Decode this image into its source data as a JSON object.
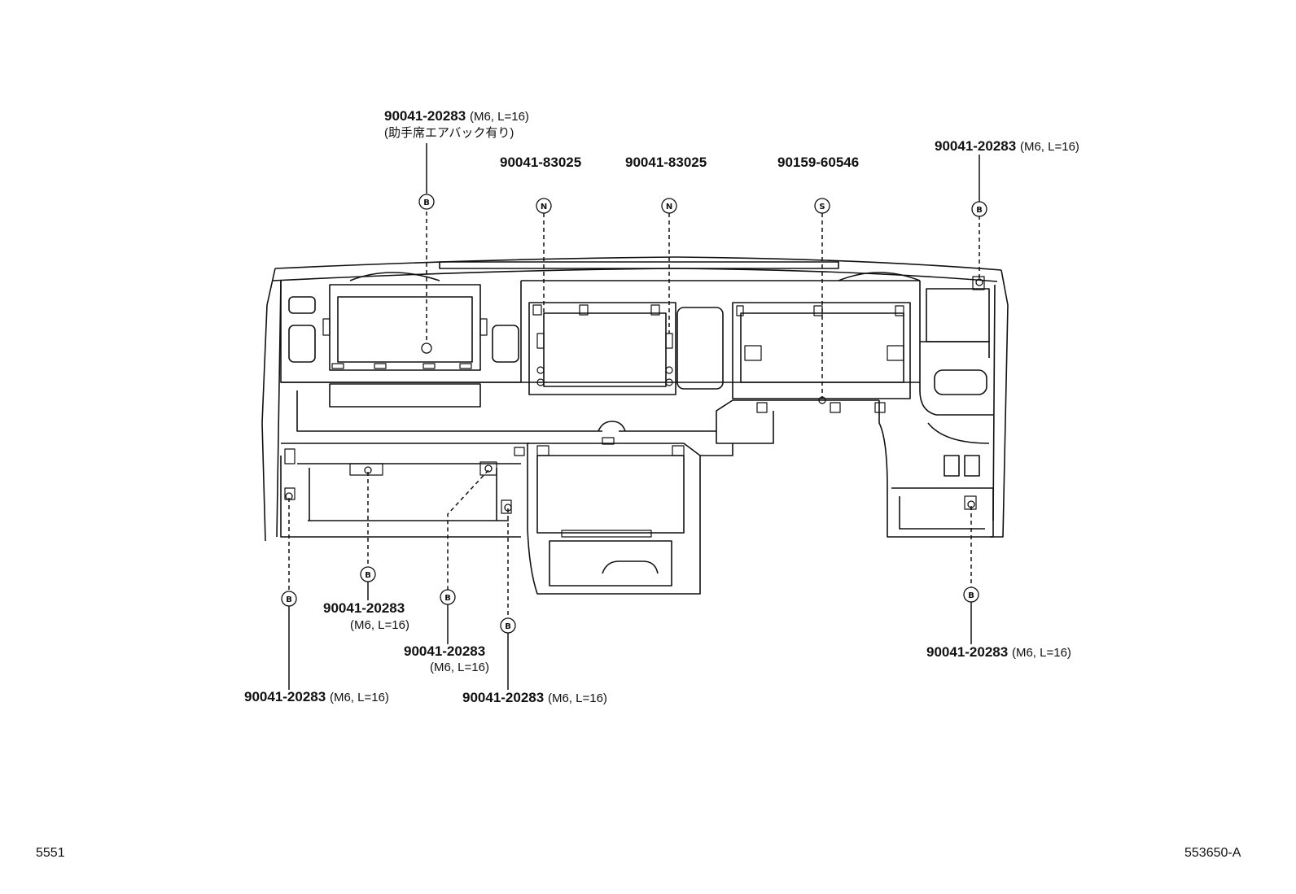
{
  "part_labels": {
    "a_top_left": {
      "part": "90041-20283",
      "spec": "(M6, L=16)",
      "note": "(助手席エアバック有り)"
    },
    "b_top_n1": {
      "part": "90041-83025"
    },
    "c_top_n2": {
      "part": "90041-83025"
    },
    "d_top_s": {
      "part": "90159-60546"
    },
    "e_top_right": {
      "part": "90041-20283",
      "spec": "(M6, L=16)"
    },
    "f_bot_left": {
      "part": "90041-20283",
      "spec": "(M6, L=16)"
    },
    "g_bot_mid1": {
      "part": "90041-20283",
      "spec": "(M6, L=16)"
    },
    "h_bot_mid2": {
      "part": "90041-20283",
      "spec": "(M6, L=16)"
    },
    "i_bot_mid3": {
      "part": "90041-20283",
      "spec": "(M6, L=16)"
    },
    "j_bot_right": {
      "part": "90041-20283",
      "spec": "(M6, L=16)"
    }
  },
  "callout_symbols": {
    "bolt": "B",
    "nut": "N",
    "screw": "S"
  },
  "footer": {
    "left_code": "5551",
    "right_code": "553650-A"
  },
  "colors": {
    "line": "#111111",
    "background": "#ffffff"
  }
}
